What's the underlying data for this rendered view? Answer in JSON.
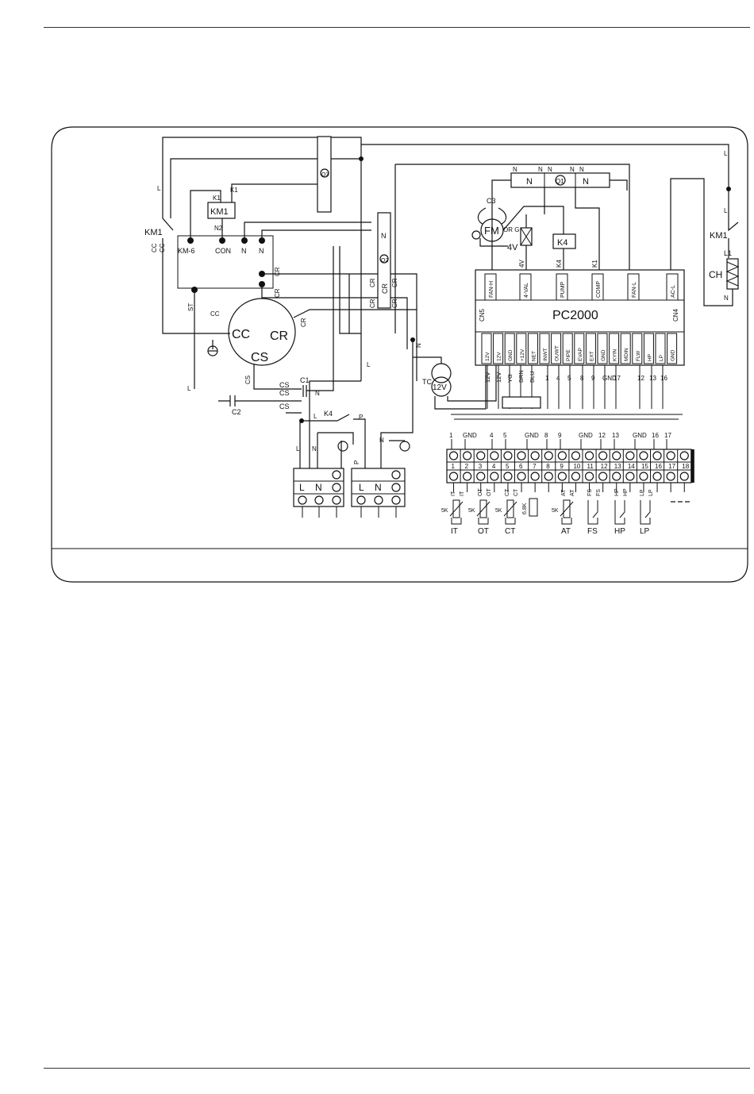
{
  "compressor": {
    "cc": "CC",
    "cr": "CR",
    "cs": "CS"
  },
  "capacitor": {
    "c1": "C1",
    "c2": "C2",
    "c3": "C3"
  },
  "relays": {
    "km1": "KM1",
    "k1": "K1",
    "k4": "K4"
  },
  "contactor_terminals": [
    "KM-6",
    "CON",
    "N",
    "N"
  ],
  "fan_motor": "FM",
  "four_way_valve": "4V",
  "transformer": {
    "label": "TC",
    "voltage": "12V"
  },
  "heater": {
    "ch": "CH",
    "l1": "L1"
  },
  "board": {
    "name": "PC2000",
    "cn5": "CN5",
    "cn4": "CN4",
    "top_connectors": [
      "FAN-H",
      "4-VAL",
      "PUMP",
      "COMP",
      "FAN-L",
      "AC-L"
    ],
    "top_wire_labels": [
      "4V",
      "K4",
      "K1"
    ],
    "bottom_pins": [
      "12V",
      "12V",
      "GND",
      "+12V",
      "NET",
      "INWT",
      "OUWT",
      "PIPE",
      "EVAP",
      "EXT",
      "GND",
      "KYIN",
      "MDIN",
      "FLW",
      "HP",
      "LP",
      "GND"
    ]
  },
  "wire_numbers": [
    "12V",
    "12V",
    "YG",
    "BRN",
    "BLU",
    "1",
    "4",
    "5",
    "8",
    "9",
    "GND",
    "17",
    "12",
    "13",
    "16"
  ],
  "terminal_strip": {
    "top_labels": [
      "1",
      "GND",
      "4",
      "5",
      "GND",
      "8",
      "9",
      "GND",
      "12",
      "13",
      "GND",
      "16",
      "17"
    ],
    "numbers": [
      "1",
      "2",
      "3",
      "4",
      "5",
      "6",
      "7",
      "8",
      "9",
      "10",
      "11",
      "12",
      "13",
      "14",
      "15",
      "16",
      "17",
      "18"
    ]
  },
  "sensors": {
    "it": "IT",
    "ot": "OT",
    "ct": "CT",
    "at": "AT",
    "fs": "FS",
    "hp": "HP",
    "lp": "LP",
    "r5k": "5K",
    "r68k": "6.8K"
  },
  "power_blocks": {
    "l": "L",
    "n": "N",
    "p": "P"
  },
  "misc": {
    "st": "ST",
    "l": "L",
    "n": "N",
    "n2": "N2",
    "q1": "Q1",
    "q2": "Q2",
    "q3": "Q3"
  }
}
